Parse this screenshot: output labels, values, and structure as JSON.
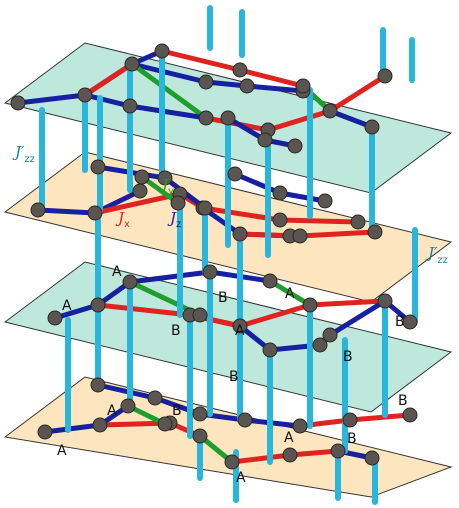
{
  "colors": {
    "plane_teal": "#bfe8dc",
    "plane_peach": "#fde6bf",
    "plane_edge": "#333333",
    "bond_x": "#e0231e",
    "bond_y": "#1f9e2c",
    "bond_z": "#1620a0",
    "interlayer": "#29b6dc",
    "site": "#5a5550",
    "label_zz": "#1a7fa0"
  },
  "coupling_labels": {
    "jzz_left": "J′",
    "jzz_left_sub": "zz",
    "jzz_right": "J′",
    "jzz_right_sub": "zz",
    "jx": "J",
    "jx_sub": "x",
    "jy": "J",
    "jy_sub": "y",
    "jz": "J",
    "jz_sub": "z"
  },
  "site_labels": {
    "l3": [
      "A",
      "A",
      "B",
      "A",
      "B",
      "A",
      "B",
      "B"
    ],
    "l4": [
      "B",
      "A",
      "B",
      "B",
      "A",
      "A",
      "B",
      "A"
    ]
  }
}
